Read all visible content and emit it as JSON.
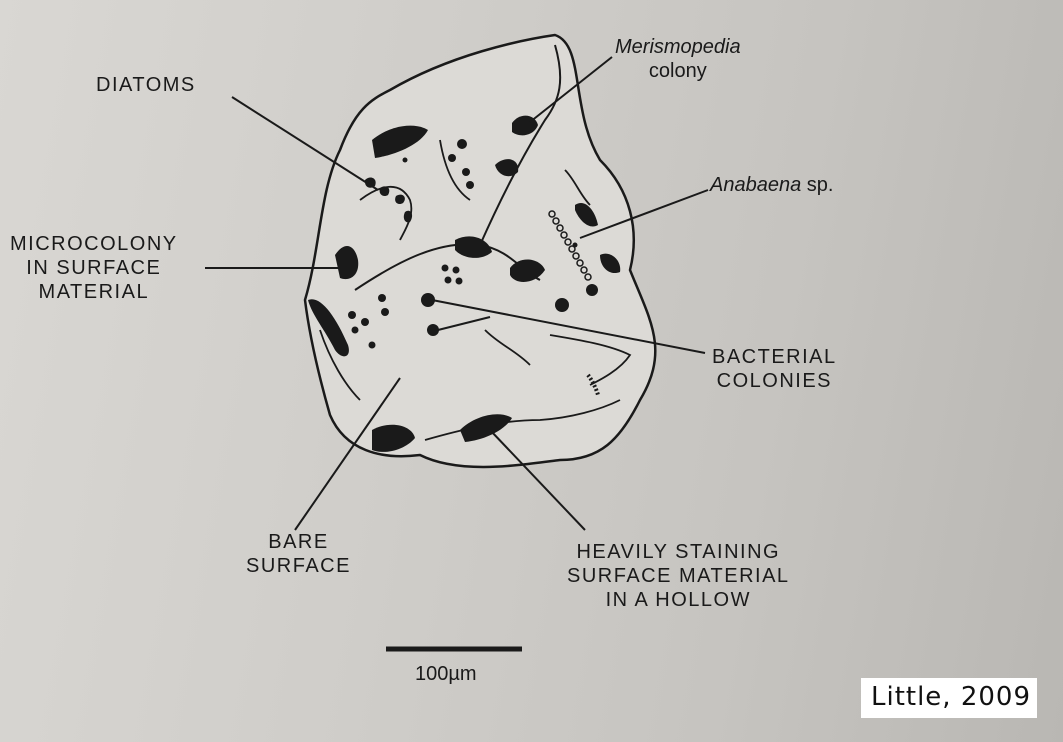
{
  "labels": {
    "diatoms": "DIATOMS",
    "merismopedia_line1": "Merismopedia",
    "merismopedia_line2": "colony",
    "anabaena_italic": "Anabaena",
    "anabaena_suffix": " sp.",
    "microcolony_line1": "MICROCOLONY",
    "microcolony_line2": "IN SURFACE",
    "microcolony_line3": "MATERIAL",
    "bacterial_line1": "BACTERIAL",
    "bacterial_line2": "COLONIES",
    "bare_line1": "BARE",
    "bare_line2": "SURFACE",
    "heavily_line1": "HEAVILY STAINING",
    "heavily_line2": "SURFACE MATERIAL",
    "heavily_line3": "IN A HOLLOW"
  },
  "scale_bar": {
    "label": "100µm"
  },
  "credit": "Little, 2009",
  "colors": {
    "ink": "#1a1a1a",
    "paper": "#d2d0cc"
  }
}
